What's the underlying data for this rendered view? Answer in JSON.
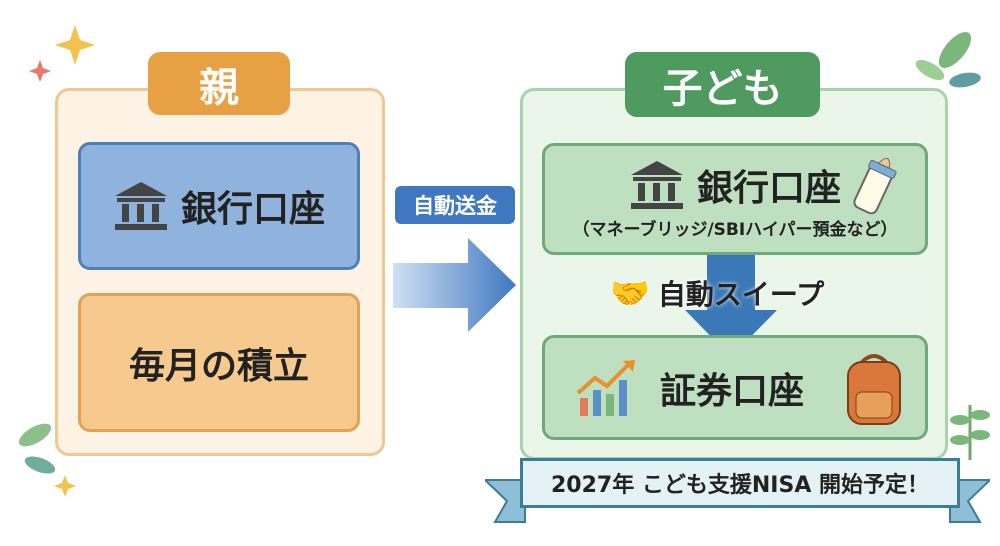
{
  "parent": {
    "title": "親",
    "bank_label": "銀行口座",
    "savings_label": "毎月の積立"
  },
  "transfer": {
    "label": "自動送金"
  },
  "child": {
    "title": "子ども",
    "bank_label": "銀行口座",
    "bank_note": "（マネーブリッジ/SBIハイパー預金など）",
    "sweep_label": "自動スイープ",
    "securities_label": "証券口座"
  },
  "banner": {
    "text": "2027年 こども支援NISA 開始予定！"
  },
  "colors": {
    "orange": "#e8a045",
    "blue": "#3f78c0",
    "green": "#4f9a5f"
  }
}
